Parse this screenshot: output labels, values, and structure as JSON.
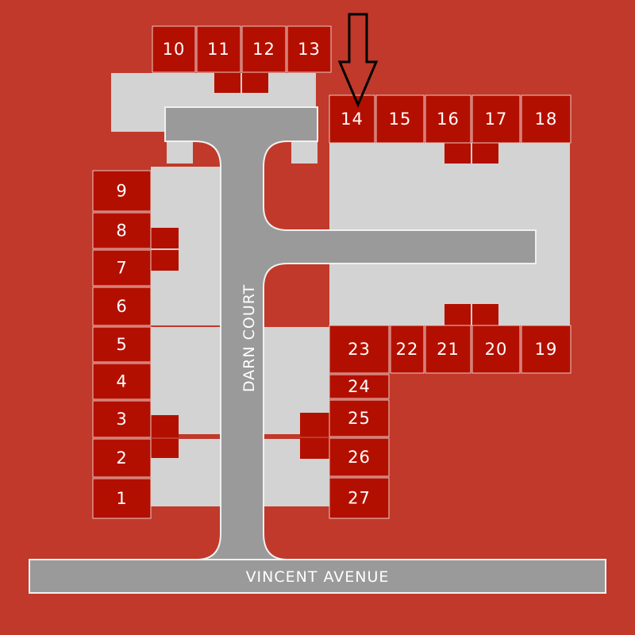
{
  "colors": {
    "background": "#c0392b",
    "lot": "#b30f00",
    "lot_border": "#e8c9c4",
    "paved": "#d3d3d3",
    "road": "#9a9a9a",
    "road_edge": "#f0f0f0",
    "marker": "#000000"
  },
  "streets": {
    "court": "DARN COURT",
    "avenue": "VINCENT AVENUE"
  },
  "lots": [
    {
      "number": "1"
    },
    {
      "number": "2"
    },
    {
      "number": "3"
    },
    {
      "number": "4"
    },
    {
      "number": "5"
    },
    {
      "number": "6"
    },
    {
      "number": "7"
    },
    {
      "number": "8"
    },
    {
      "number": "9"
    },
    {
      "number": "10"
    },
    {
      "number": "11"
    },
    {
      "number": "12"
    },
    {
      "number": "13"
    },
    {
      "number": "14"
    },
    {
      "number": "15"
    },
    {
      "number": "16"
    },
    {
      "number": "17"
    },
    {
      "number": "18"
    },
    {
      "number": "19"
    },
    {
      "number": "20"
    },
    {
      "number": "21"
    },
    {
      "number": "22"
    },
    {
      "number": "23"
    },
    {
      "number": "24"
    },
    {
      "number": "25"
    },
    {
      "number": "26"
    },
    {
      "number": "27"
    }
  ],
  "highlighted_lot": "14",
  "marker_icon": "down-arrow-icon"
}
